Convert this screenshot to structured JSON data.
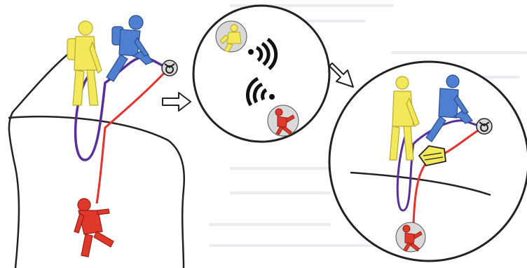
{
  "colors": {
    "outline": "#222222",
    "yellow_figure": "#f2e85a",
    "yellow_stroke": "#b8a82a",
    "blue_figure": "#4f7fd0",
    "blue_stroke": "#2a4c8c",
    "red_figure": "#e0392b",
    "red_rope": "#e5322e",
    "purple_rope": "#5a2e9a",
    "icon_bg": "#d9d9d9",
    "background_text": "#e9e9ee"
  },
  "panels": [
    {
      "id": "scene-fall",
      "figures": [
        "yellow-climber",
        "blue-climber",
        "red-climber-falling"
      ],
      "anchor_icon": "anchor-bolt-icon"
    },
    {
      "id": "radio-communication",
      "icons": [
        "yellow-climber-icon",
        "radio-signal-out-icon",
        "radio-signal-in-icon",
        "fallen-climber-icon"
      ]
    },
    {
      "id": "scene-rescue",
      "figures": [
        "yellow-climber",
        "blue-climber",
        "rope-bag"
      ],
      "icons": [
        "anchor-bolt-icon",
        "fallen-climber-icon"
      ]
    }
  ],
  "arrows": [
    "arrow-right-icon",
    "arrow-diagonal-down-icon"
  ]
}
